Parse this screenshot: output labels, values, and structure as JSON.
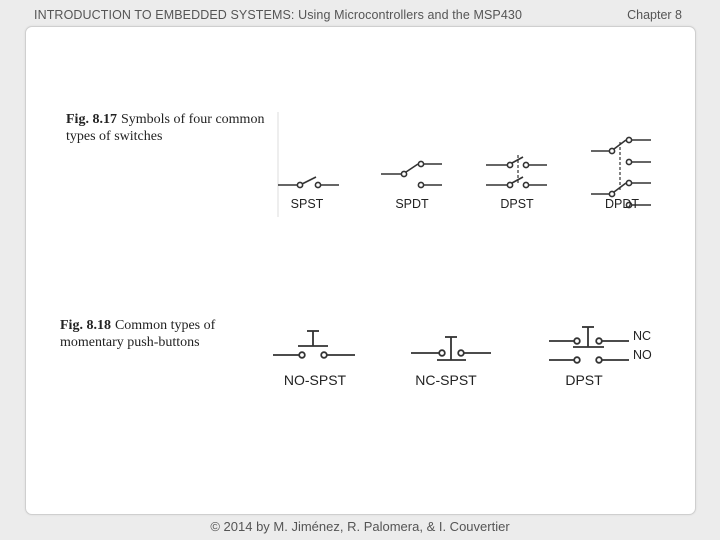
{
  "header": {
    "title": "INTRODUCTION TO EMBEDDED SYSTEMS: Using Microcontrollers and the MSP430",
    "chapter": "Chapter 8"
  },
  "fig17": {
    "number": "Fig. 8.17",
    "caption": "Symbols of four common types of switches",
    "labels": [
      "SPST",
      "SPDT",
      "DPST",
      "DPDT"
    ]
  },
  "fig18": {
    "number": "Fig. 8.18",
    "caption": "Common types of momentary push-buttons",
    "labels": [
      "NO-SPST",
      "NC-SPST",
      "DPST"
    ],
    "nc": "NC",
    "no": "NO"
  },
  "footer": {
    "copyright": "© 2014 by M. Jiménez, R. Palomera, & I. Couvertier"
  }
}
